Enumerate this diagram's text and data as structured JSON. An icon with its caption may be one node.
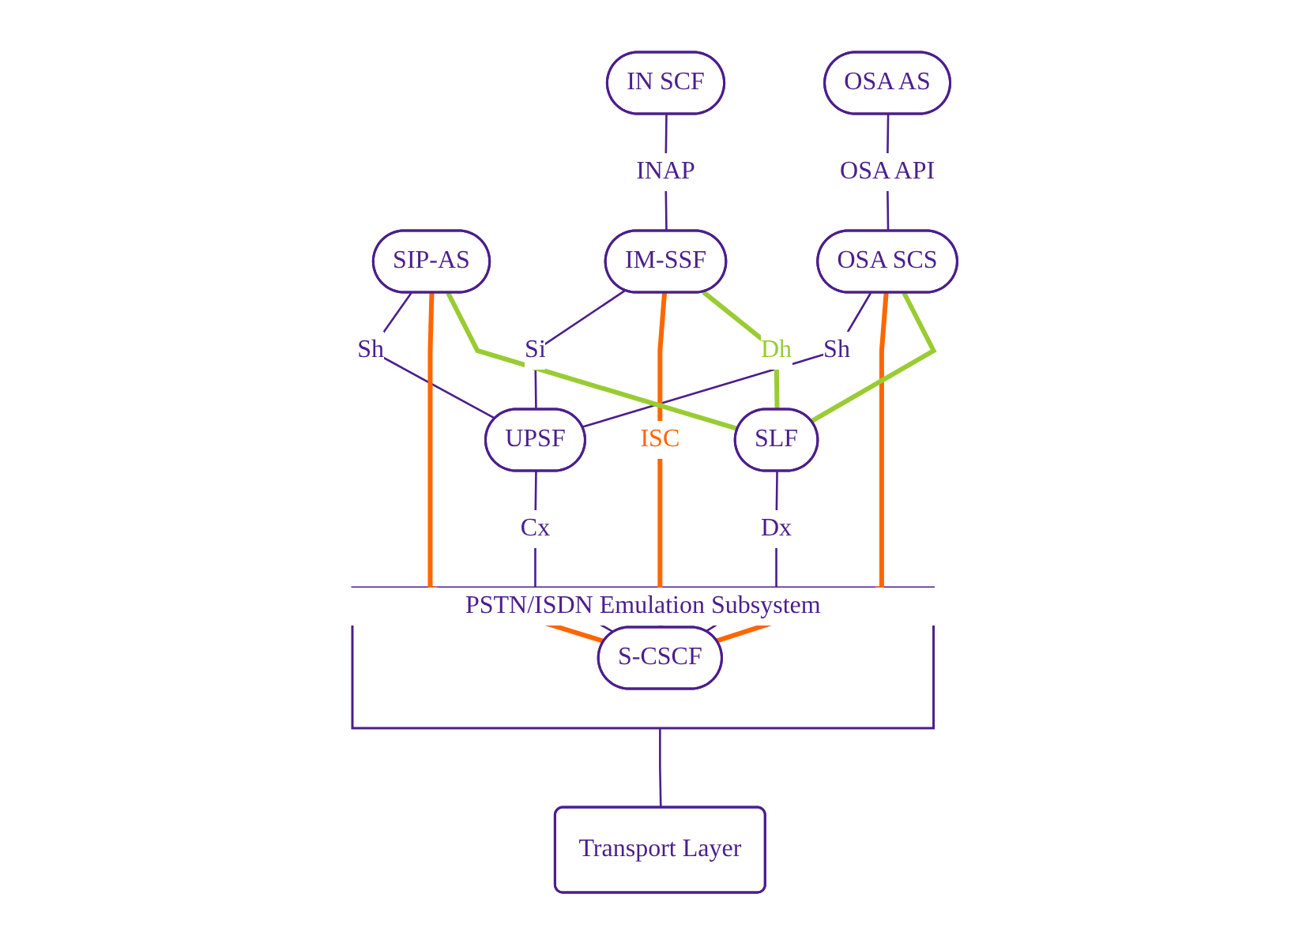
{
  "diagram": {
    "nodes": [
      {
        "text": [
          "SIP-AS"
        ]
      },
      {
        "text": [
          "IN SCF"
        ]
      },
      {
        "text": [
          "OSA AS"
        ]
      },
      {
        "text": [
          "IM-SSF"
        ]
      },
      {
        "text": [
          "OSA SCS"
        ]
      },
      {
        "text": [
          "UPSF"
        ]
      },
      {
        "text": [
          "SLF"
        ]
      },
      {
        "text": [
          "PSTN/ISDN Emulation Subsystem"
        ]
      },
      {
        "text": [
          "S-CSCF"
        ],
        "in": 7
      },
      {
        "text": [
          "Transport Layer"
        ]
      }
    ],
    "edges": [
      {
        "from": 0,
        "to": 5,
        "arrow": "none",
        "label": "Sh"
      },
      {
        "from": 1,
        "to": 3,
        "arrow": "none",
        "label": "INAP"
      },
      {
        "from": 2,
        "to": 4,
        "arrow": "none",
        "label": "OSA API"
      },
      {
        "from": 3,
        "to": 5,
        "arrow": "none",
        "label": "Si"
      },
      {
        "from": 4,
        "to": 5,
        "arrow": "none",
        "label": "Sh"
      },
      {
        "from": 0,
        "to": 8,
        "arrow": "none",
        "style": "thick",
        "color": "#ff6600"
      },
      {
        "from": 3,
        "to": 8,
        "arrow": "none",
        "label": "ISC",
        "style": "thick",
        "color": "#ff6600"
      },
      {
        "from": 4,
        "to": 8,
        "arrow": "none",
        "style": "thick",
        "color": "#ff6600"
      },
      {
        "from": 0,
        "to": 6,
        "arrow": "none",
        "style": "thick",
        "color": "#99cc33"
      },
      {
        "from": 3,
        "to": 6,
        "arrow": "none",
        "label": "Dh",
        "style": "thick",
        "color": "#99cc33"
      },
      {
        "from": 4,
        "to": 6,
        "arrow": "none",
        "style": "thick",
        "color": "#99cc33"
      },
      {
        "from": 5,
        "to": 8,
        "arrow": "none",
        "label": "Cx"
      },
      {
        "from": 6,
        "to": 8,
        "arrow": "none",
        "label": "Dx"
      },
      {
        "from": 7,
        "to": 9,
        "arrow": "none"
      }
    ]
  }
}
